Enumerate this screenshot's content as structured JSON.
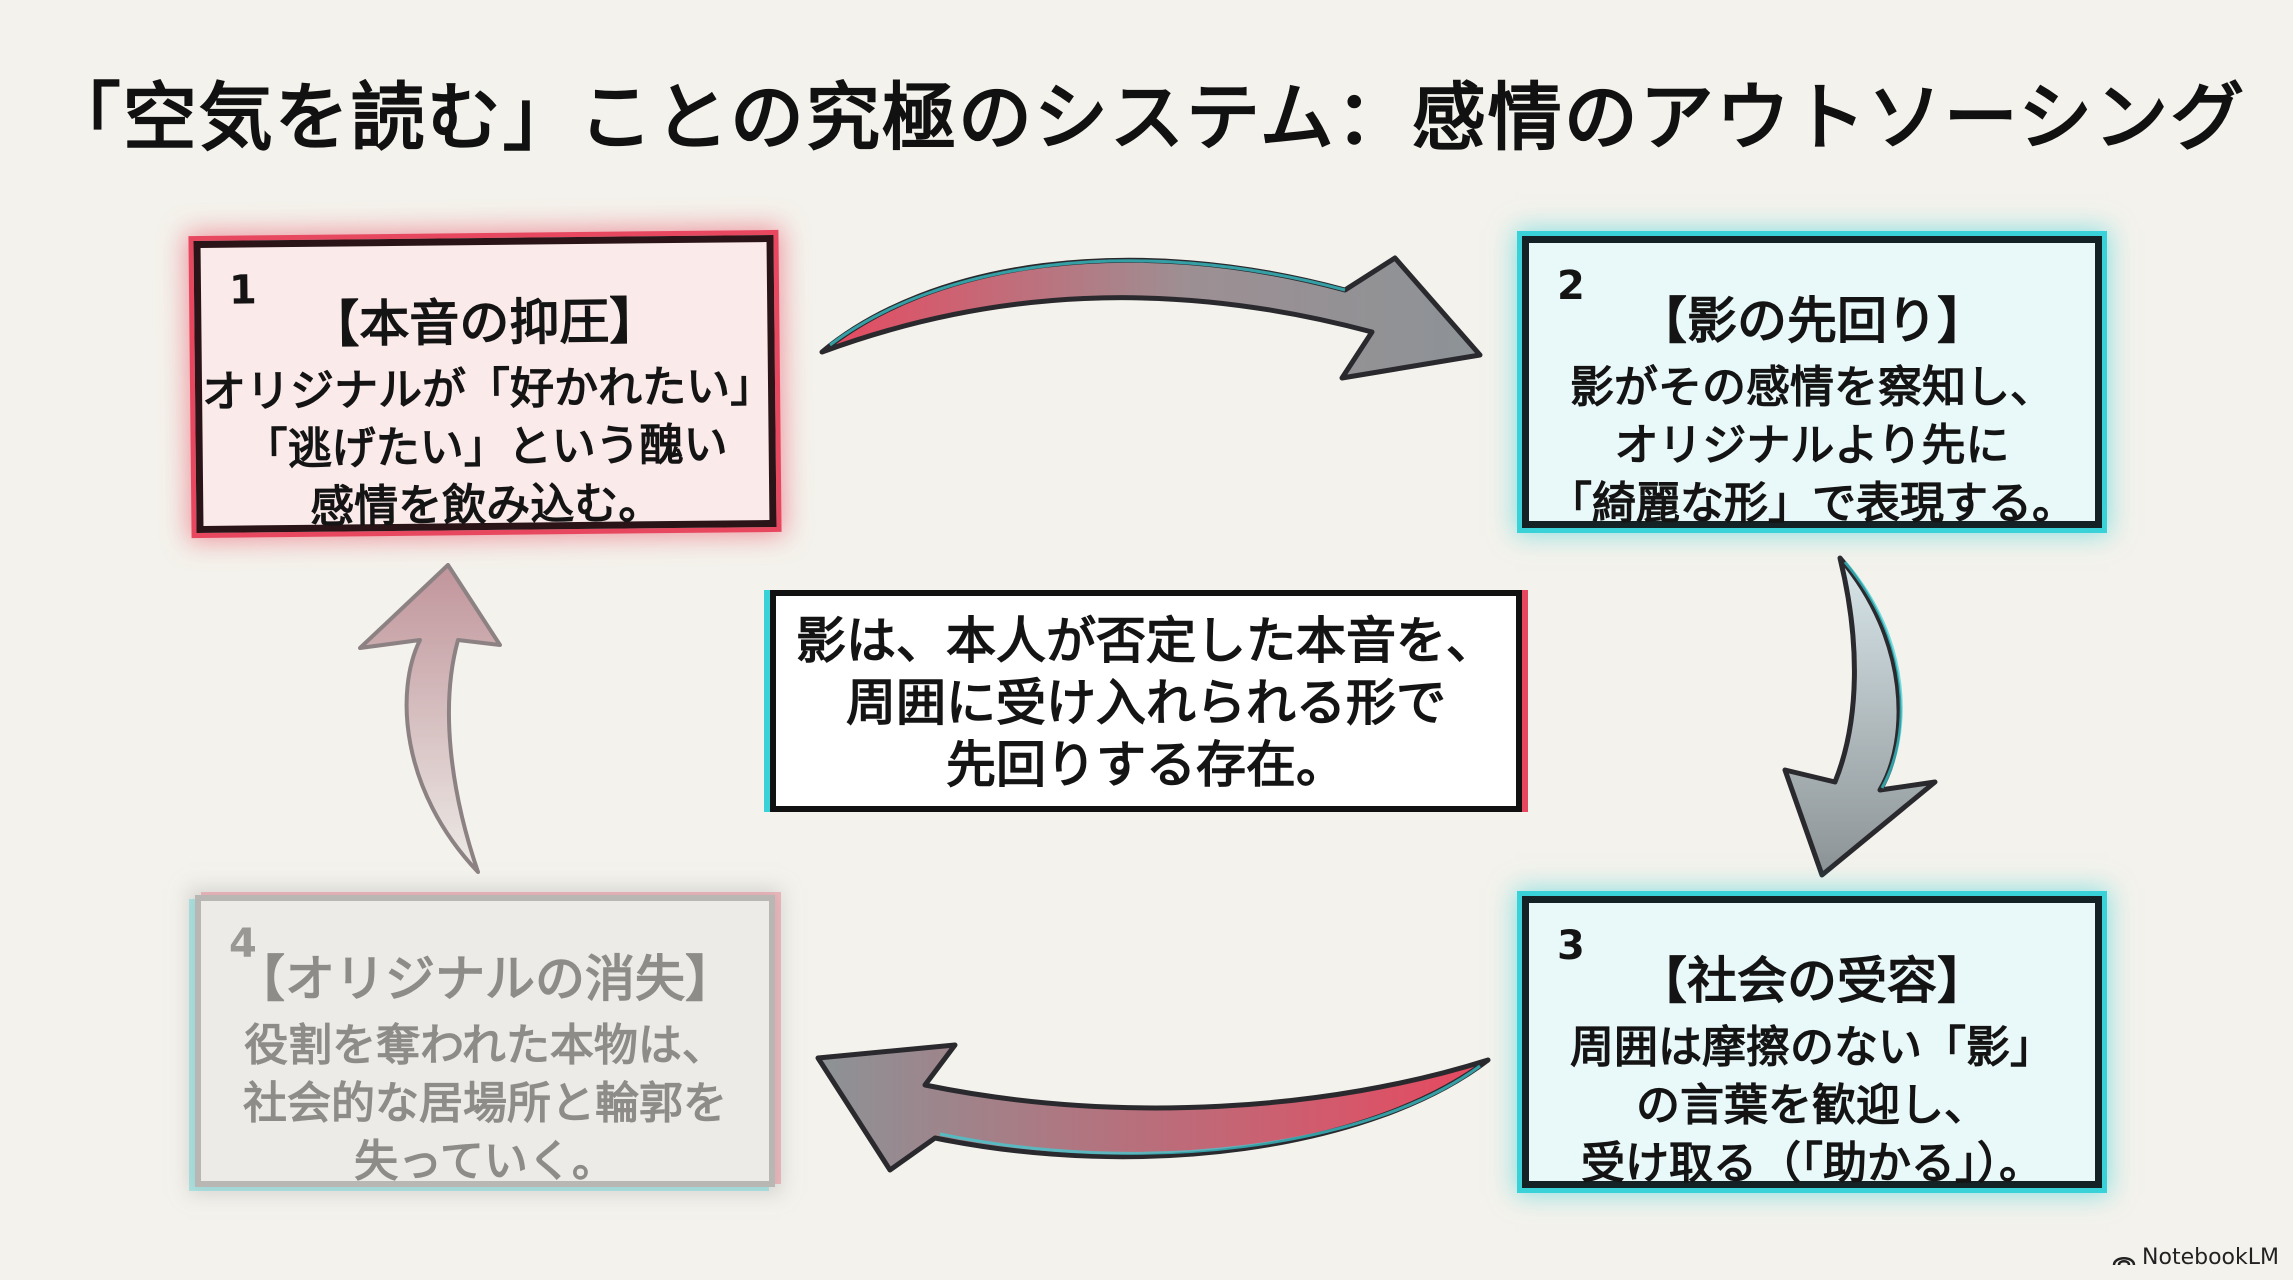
{
  "title": "「空気を読む」ことの究極のシステム：感情のアウトソーシング",
  "steps": [
    {
      "num": "1",
      "heading": "【本音の抑圧】",
      "lines": [
        "オリジナルが「好かれたい」",
        "「逃げたい」という醜い",
        "感情を飲み込む。"
      ]
    },
    {
      "num": "2",
      "heading": "【影の先回り】",
      "lines": [
        "影がその感情を察知し、",
        "オリジナルより先に",
        "「綺麗な形」で表現する。"
      ]
    },
    {
      "num": "3",
      "heading": "【社会の受容】",
      "lines": [
        "周囲は摩擦のない「影」",
        "の言葉を歓迎し、",
        "受け取る（「助かる」）。"
      ]
    },
    {
      "num": "4",
      "heading": "【オリジナルの消失】",
      "lines": [
        "役割を奪われた本物は、",
        "社会的な居場所と輪郭を",
        "失っていく。"
      ]
    }
  ],
  "center": {
    "lines": [
      "影は、本人が否定した本音を、",
      "周囲に受け入れられる形で",
      "先回りする存在。"
    ]
  },
  "brand": "NotebookLM",
  "colors": {
    "red_glow": "#e8485f",
    "cyan_glow": "#39d2d8",
    "arrow_gray": "#8c8f93"
  }
}
